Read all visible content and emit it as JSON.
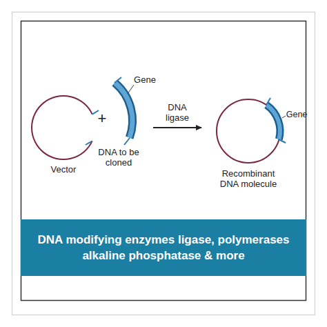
{
  "diagram": {
    "nodes": [
      {
        "text": [
          "DNA modifying enzymes ligase, polymerases alkaline phosphatase & more"
        ]
      }
    ],
    "labels": [
      "+",
      "Gene",
      "DNA to be cloned",
      "Vector",
      "DNA ligase",
      "Gene",
      "Recombinant DNA molecule"
    ]
  }
}
